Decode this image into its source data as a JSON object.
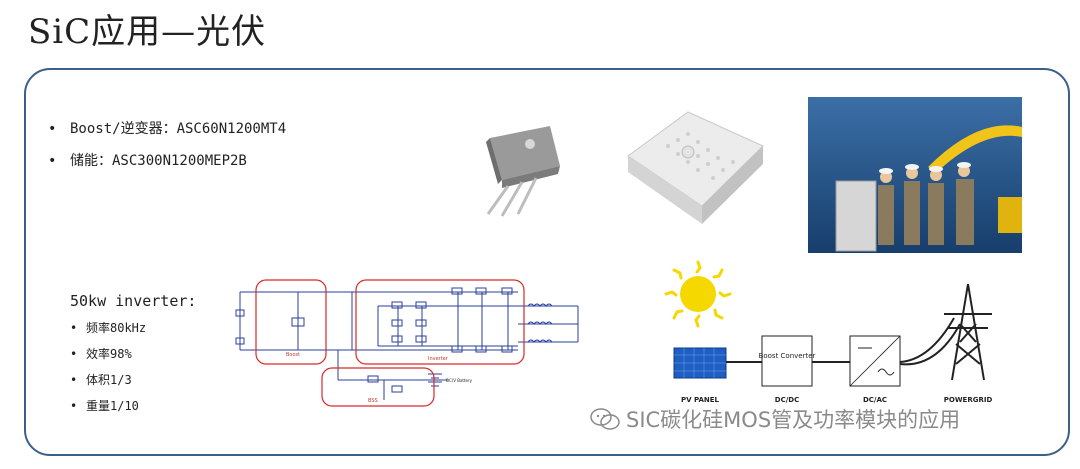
{
  "slide": {
    "title": "SiC应用—光伏",
    "bullets": [
      "Boost/逆变器：ASC60N1200MT4",
      "储能：ASC300N1200MEP2B"
    ],
    "spec_title": "50kw inverter:",
    "specs": [
      "频率80kHz",
      "效率98%",
      "体积1/3",
      "重量1/10"
    ]
  },
  "schematic": {
    "labels": [
      "Boost",
      "Inverter",
      "BSS",
      "DC/V Battery"
    ]
  },
  "pv_diagram": {
    "boost_label": "Boost Converter",
    "labels": [
      "PV PANEL",
      "DC/DC",
      "DC/AC",
      "POWERGRID"
    ]
  },
  "watermark": {
    "text": "SIC碳化硅MOS管及功率模块的应用",
    "icon": "wechat-icon"
  },
  "colors": {
    "panel_border": "#3a5f88",
    "accent_red": "#d62a2a",
    "sun": "#f5d800",
    "pv_blue": "#1f5fc4"
  }
}
